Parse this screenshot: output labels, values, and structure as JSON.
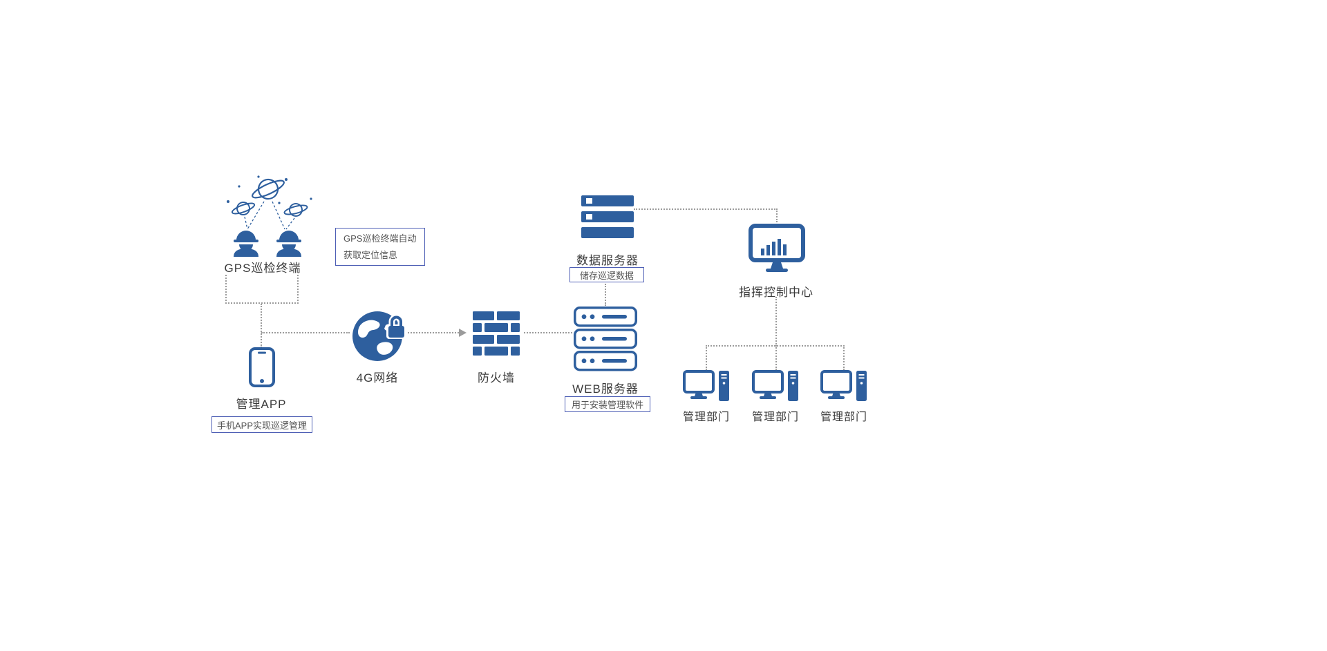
{
  "diagram": {
    "gps_terminal": {
      "label": "GPS巡检终端"
    },
    "gps_note": {
      "line1": "GPS巡检终端自动",
      "line2": "获取定位信息"
    },
    "app": {
      "label": "管理APP",
      "note": "手机APP实现巡逻管理"
    },
    "network_4g": {
      "label": "4G网络"
    },
    "firewall": {
      "label": "防火墙"
    },
    "web_server": {
      "label": "WEB服务器",
      "note": "用于安装管理软件"
    },
    "data_server": {
      "label": "数据服务器",
      "note": "储存巡逻数据"
    },
    "command_center": {
      "label": "指挥控制中心"
    },
    "departments": [
      {
        "label": "管理部门"
      },
      {
        "label": "管理部门"
      },
      {
        "label": "管理部门"
      }
    ]
  },
  "icons": {
    "gps_terminal": [
      "satellite-icon",
      "worker-icon"
    ],
    "app": "smartphone-icon",
    "network_4g": "globe-lock-icon",
    "firewall": "brick-wall-icon",
    "web_server": "server-stack-icon",
    "data_server": "database-icon",
    "command_center": "monitor-chart-icon",
    "departments": "desktop-computer-icon"
  },
  "colors": {
    "icon_blue": "#2e5f9e",
    "connector_gray": "#9b9b9b",
    "note_border": "#4e5fb5",
    "label_text": "#3a3a3a"
  }
}
